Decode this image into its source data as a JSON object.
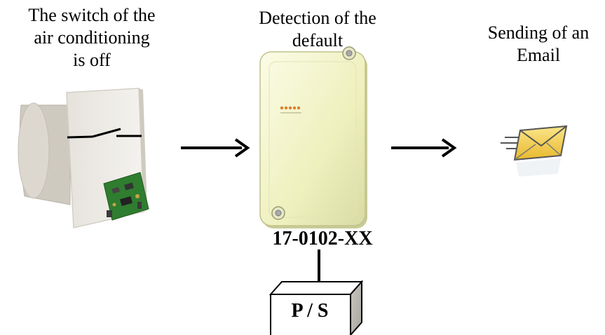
{
  "labels": {
    "switch": [
      "The switch of the",
      "air conditioning",
      "is off"
    ],
    "detection": [
      "Detection of the",
      "default"
    ],
    "email": [
      "Sending of an",
      "Email"
    ]
  },
  "device_code": "17-0102-XX",
  "power_supply": "P / S",
  "icons": {
    "switch_image": "wall-switch-with-circuit-board",
    "detector": "detector-enclosure",
    "email": "flying-envelope-icon"
  },
  "colors": {
    "detector_body": "#f1f2c4",
    "envelope": "#f2d24a",
    "circuit_board": "#2f7d2f",
    "led": "#d9822b"
  }
}
